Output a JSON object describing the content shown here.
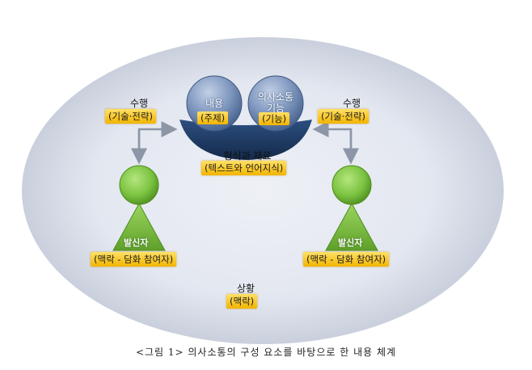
{
  "center_top": {
    "ball_left": {
      "title": "내용",
      "tag": "(주제)"
    },
    "ball_right": {
      "title_line1": "의사소통",
      "title_line2": "기능",
      "tag": "(기능)"
    },
    "bowl": {
      "title": "형식과 재료",
      "tag": "(텍스트와 언어지식)"
    }
  },
  "left": {
    "performance": {
      "title": "수행",
      "tag": "(기술·전략)"
    },
    "sender": {
      "label": "발신자",
      "tag": "(맥락 - 담화 참여자)"
    }
  },
  "right": {
    "performance": {
      "title": "수행",
      "tag": "(기술·전략)"
    },
    "sender": {
      "label": "발신자",
      "tag": "(맥락 - 담화 참여자)"
    }
  },
  "situation": {
    "title": "상황",
    "tag": "(맥락)"
  },
  "caption": "<그림 1> 의사소통의 구성 요소를 바탕으로 한 내용 체계",
  "colors": {
    "oval_center": "#e8ebf3",
    "oval_edge": "#c7cddb",
    "ball": "#7f98bf",
    "bowl": "#1f3e68",
    "sender": "#7cc442",
    "tag": "#f6c21c",
    "arrow": "#8c96a6"
  }
}
